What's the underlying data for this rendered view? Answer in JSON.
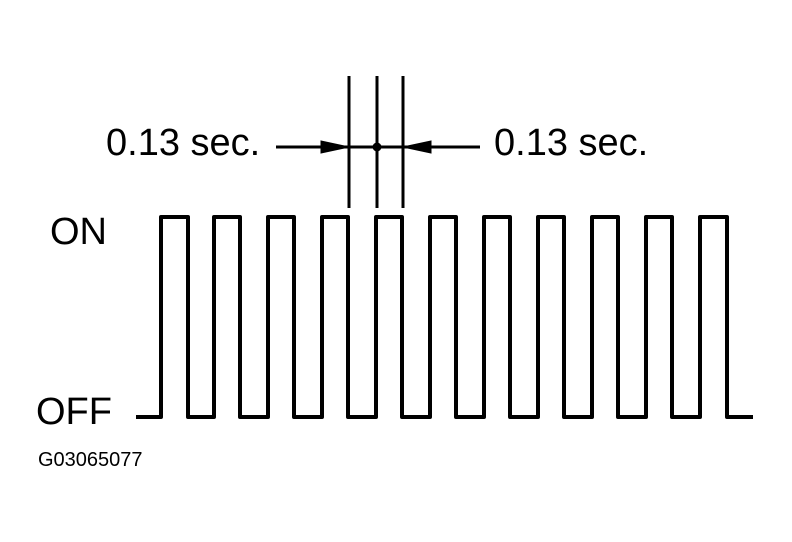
{
  "diagram": {
    "type": "pulse-waveform",
    "labels": {
      "interval_left": "0.13 sec.",
      "interval_right": "0.13 sec.",
      "level_on": "ON",
      "level_off": "OFF",
      "figure_id": "G03065077"
    },
    "colors": {
      "stroke": "#000000",
      "background": "#ffffff"
    },
    "waveform": {
      "pulse_count": 11,
      "on_duration_sec": 0.13,
      "off_duration_sec": 0.13,
      "levels": [
        "OFF",
        "ON"
      ]
    }
  }
}
